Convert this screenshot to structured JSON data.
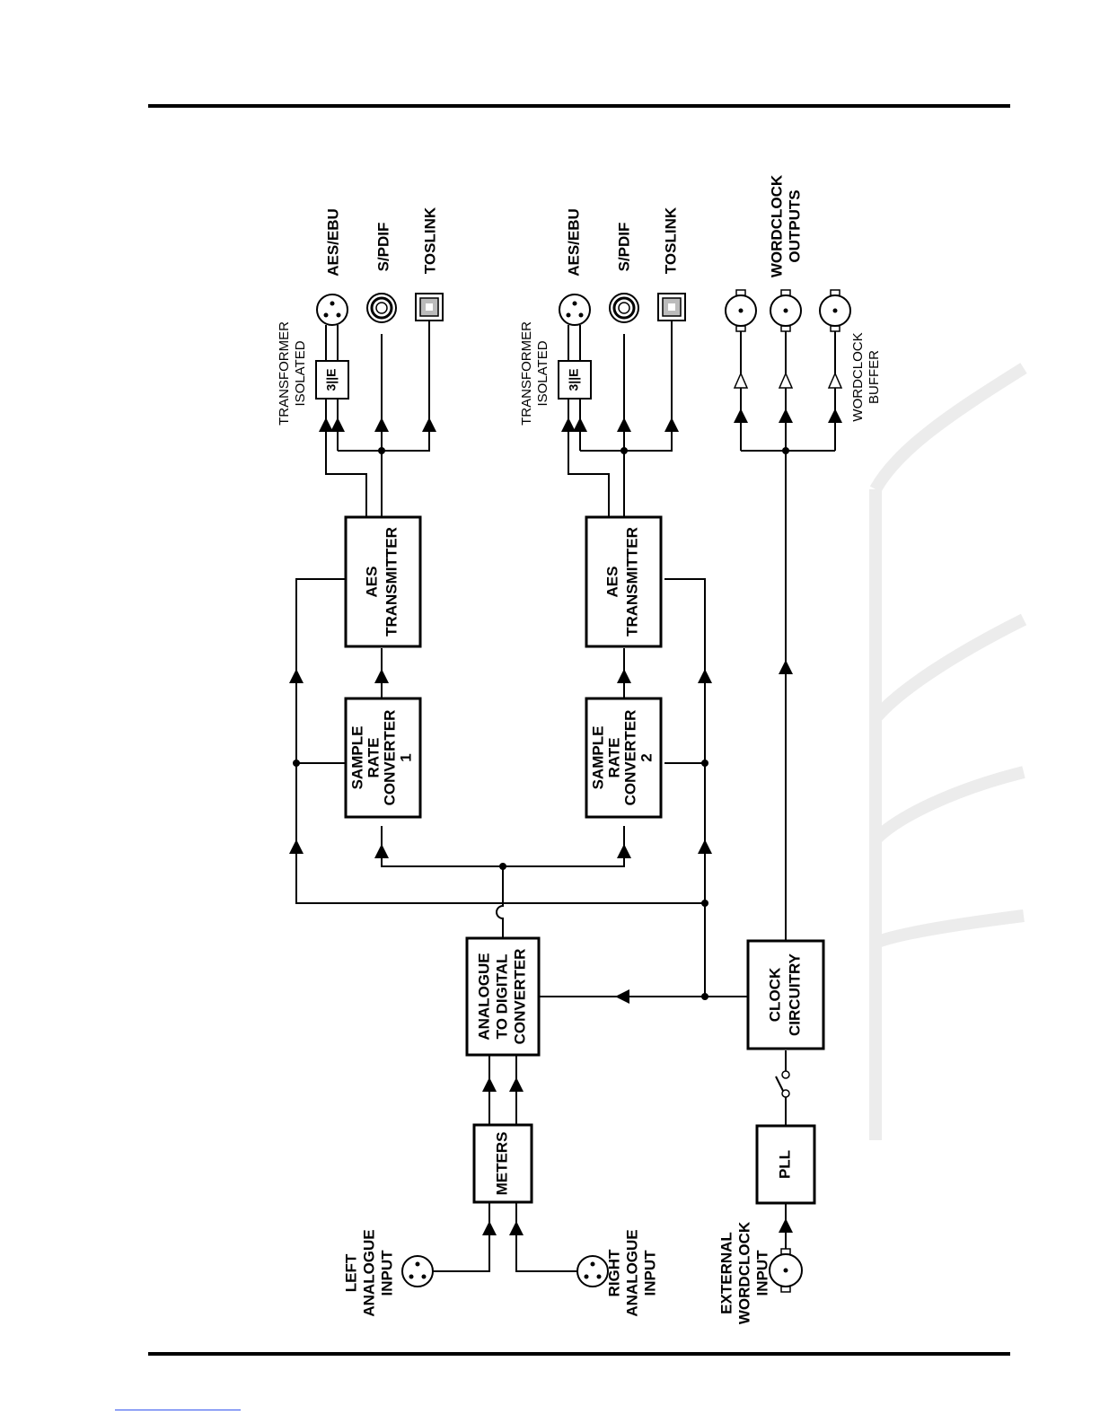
{
  "diagram": {
    "blocks": {
      "meters": "METERS",
      "adc": [
        "ANALOGUE",
        "TO DIGITAL",
        "CONVERTER"
      ],
      "src1": [
        "SAMPLE",
        "RATE",
        "CONVERTER",
        "1"
      ],
      "src2": [
        "SAMPLE",
        "RATE",
        "CONVERTER",
        "2"
      ],
      "aes1": [
        "AES",
        "TRANSMITTER"
      ],
      "aes2": [
        "AES",
        "TRANSMITTER"
      ],
      "clock": [
        "CLOCK",
        "CIRCUITRY"
      ],
      "pll": "PLL"
    },
    "labels": {
      "left_input": [
        "LEFT",
        "ANALOGUE",
        "INPUT"
      ],
      "right_input": [
        "RIGHT",
        "ANALOGUE",
        "INPUT"
      ],
      "external_wordclock": [
        "EXTERNAL",
        "WORDCLOCK",
        "INPUT"
      ],
      "transformer_isolated": [
        "TRANSFORMER",
        "ISOLATED"
      ],
      "aes_ebu": "AES/EBU",
      "spdif": "S/PDIF",
      "toslink": "TOSLINK",
      "wordclock_outputs": [
        "WORDCLOCK",
        "OUTPUTS"
      ],
      "wordclock_buffer": [
        "WORDCLOCK",
        "BUFFER"
      ]
    }
  }
}
